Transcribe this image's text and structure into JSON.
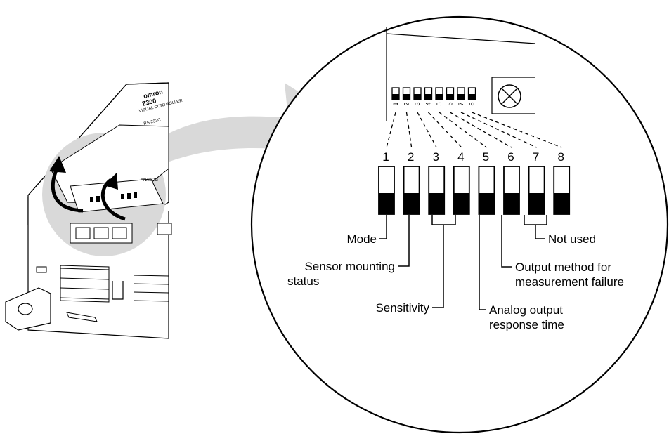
{
  "device": {
    "brand": "omron",
    "model": "Z300",
    "subtitle": "VISUAL CONTROLLER",
    "port": "RS-232C",
    "panel_label": "ANALOG"
  },
  "dip_switch": {
    "numbers": [
      "1",
      "2",
      "3",
      "4",
      "5",
      "6",
      "7",
      "8"
    ],
    "knob_symbol": "⊗"
  },
  "labels": {
    "mode": "Mode",
    "sensor_mounting_line1": "Sensor mounting",
    "sensor_mounting_line2": "status",
    "sensitivity": "Sensitivity",
    "analog_output_line1": "Analog output",
    "analog_output_line2": "response time",
    "output_method_line1": "Output method for",
    "output_method_line2": "measurement failure",
    "not_used": "Not used"
  }
}
